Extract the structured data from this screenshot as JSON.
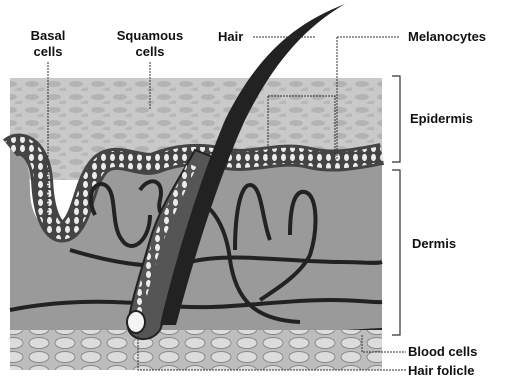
{
  "labels": {
    "basal": [
      "Basal",
      "cells"
    ],
    "squamous": [
      "Squamous",
      "cells"
    ],
    "hair": "Hair",
    "melanocytes": "Melanocytes",
    "epidermis": "Epidermis",
    "dermis": "Dermis",
    "blood_cells": "Blood cells",
    "hair_follicle": "Hair folicle"
  },
  "colors": {
    "epidermis": "#c9c9c9",
    "dermis": "#9a9a9a",
    "line": "#222222",
    "cell": "#e6e6e6"
  }
}
